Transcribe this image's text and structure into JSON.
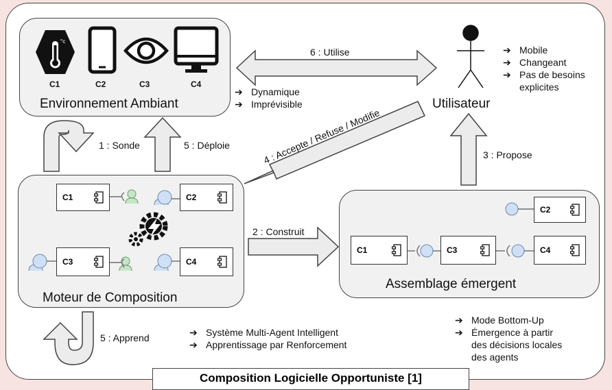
{
  "environment": {
    "title": "Environnement Ambiant",
    "devices": [
      {
        "label": "C1",
        "icon": "thermometer-icon"
      },
      {
        "label": "C2",
        "icon": "smartphone-icon"
      },
      {
        "label": "C3",
        "icon": "eye-icon"
      },
      {
        "label": "C4",
        "icon": "monitor-icon"
      }
    ],
    "traits": [
      "Dynamique",
      "Imprévisible"
    ]
  },
  "user": {
    "title": "Utilisateur",
    "traits": [
      "Mobile",
      "Changeant",
      "Pas de besoins",
      "explicites"
    ]
  },
  "engine": {
    "title": "Moteur de Composition",
    "components": [
      "C1",
      "C2",
      "C3",
      "C4"
    ],
    "traits": [
      "Système Multi-Agent Intelligent",
      "Apprentissage par Renforcement"
    ]
  },
  "assembly": {
    "title": "Assemblage émergent",
    "components": [
      "C2",
      "C1",
      "C3",
      "C4"
    ],
    "traits": [
      "Mode Bottom-Up",
      "Émergence à partir",
      "des décisions locales",
      "des agents"
    ]
  },
  "arrows": {
    "sonde": "1 : Sonde",
    "construit": "2 : Construit",
    "propose": "3 : Propose",
    "accepte": "4 : Accepte / Refuse / Modifie",
    "deploie": "5 : Déploie",
    "apprend": "5 : Apprend",
    "utilise": "6 : Utilise"
  },
  "bullet_symbol": "➔",
  "footer_title": "Composition Logicielle Opportuniste [1]",
  "colors": {
    "agent_blue": "#cfe0f5",
    "agent_green": "#c6e6c6",
    "box_fill": "#f1f1f1",
    "background": "#f7e4e2"
  }
}
